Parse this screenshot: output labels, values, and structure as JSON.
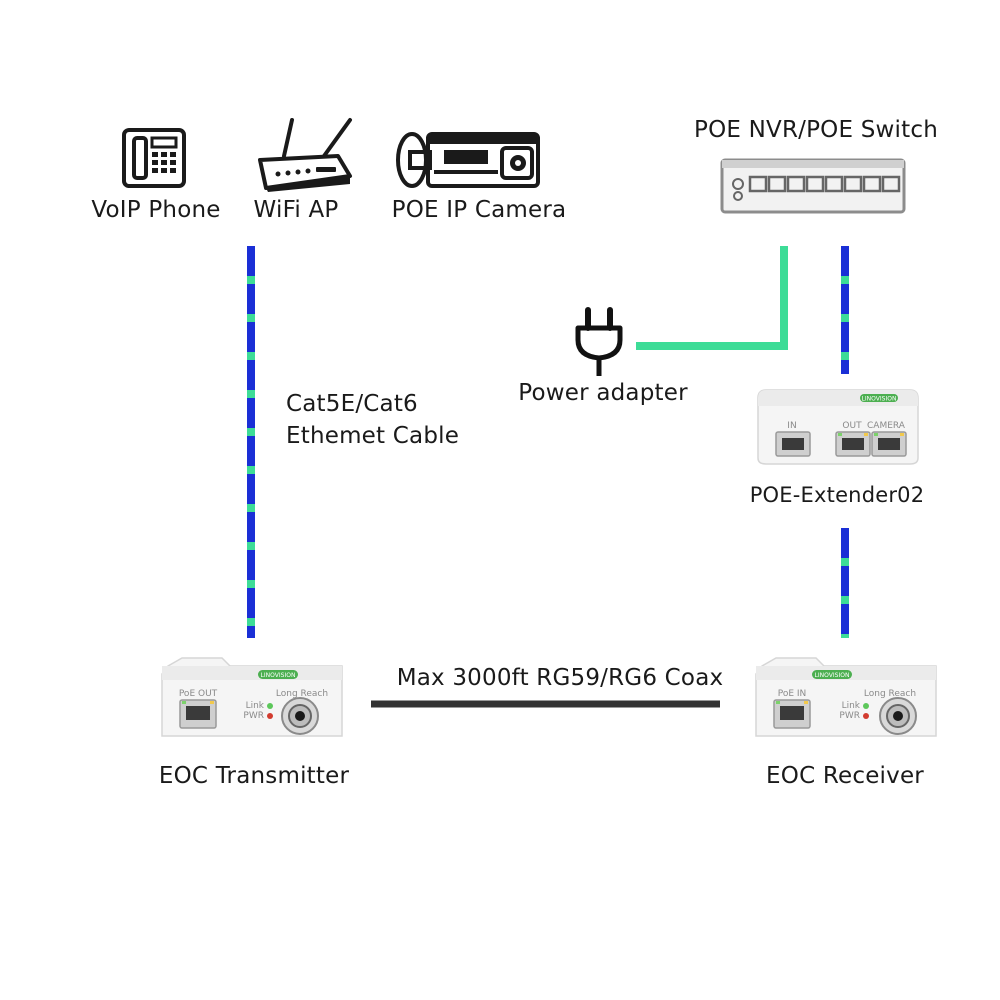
{
  "devices": {
    "voip_phone": "VoIP Phone",
    "wifi_ap": "WiFi AP",
    "poe_ip_camera": "POE IP Camera",
    "poe_nvr_switch": "POE NVR/POE Switch",
    "power_adapter": "Power adapter",
    "poe_extender": "POE-Extender02",
    "eoc_transmitter": "EOC Transmitter",
    "eoc_receiver": "EOC Receiver"
  },
  "cables": {
    "ethernet_line1": "Cat5E/Cat6",
    "ethernet_line2": "Ethemet Cable",
    "coax": "Max 3000ft RG59/RG6 Coax"
  },
  "device_markings": {
    "brand": "LINOVISION",
    "extender_in": "IN",
    "extender_out": "OUT",
    "extender_camera": "CAMERA",
    "tx_port": "PoE  OUT",
    "tx_long_reach": "Long Reach",
    "rx_port": "PoE  IN",
    "rx_long_reach": "Long Reach",
    "led_link": "Link",
    "led_pwr": "PWR"
  },
  "colors": {
    "ethernet_blue": "#1a2fd6",
    "ethernet_green": "#3ddc97",
    "power_green": "#3ddc97",
    "coax": "#333333",
    "brand_green": "#4caf50"
  }
}
